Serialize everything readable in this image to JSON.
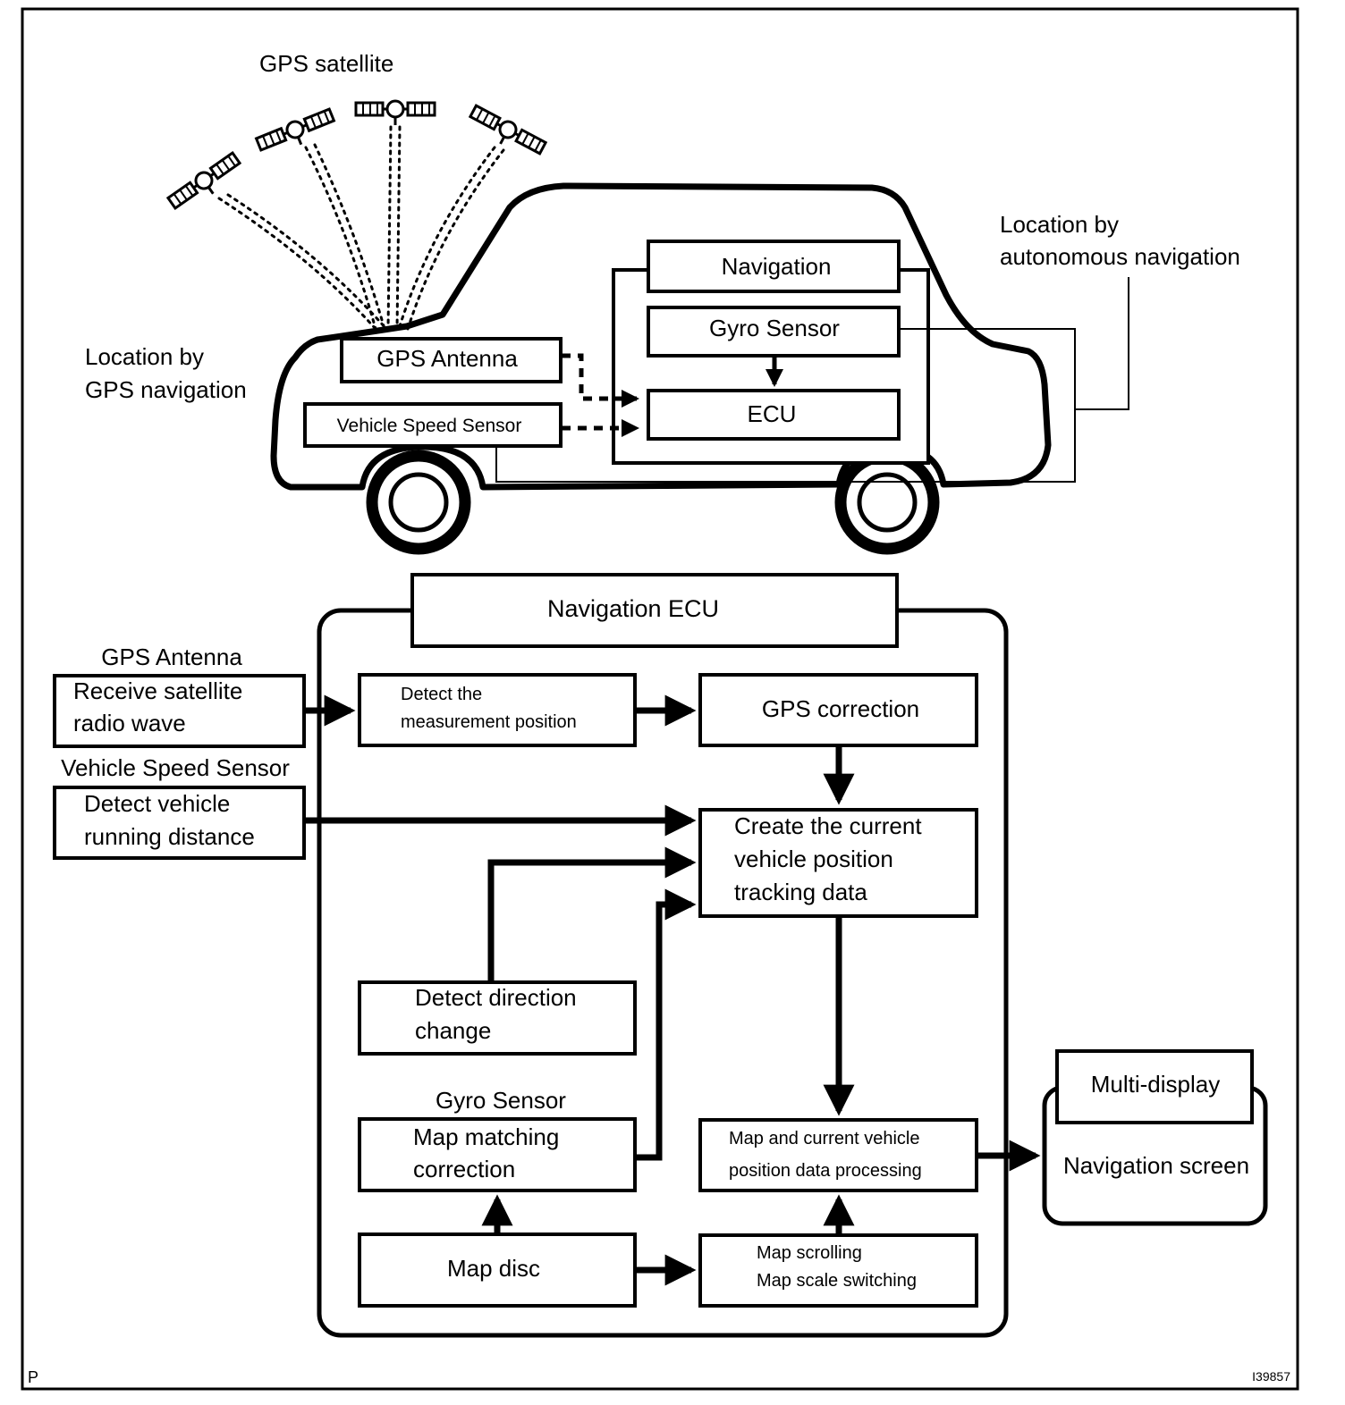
{
  "top": {
    "gps_satellite": "GPS satellite",
    "location_gps": [
      "Location by",
      "GPS navigation"
    ],
    "location_autonomous": [
      "Location by",
      "autonomous navigation"
    ],
    "gps_antenna": "GPS Antenna",
    "vehicle_speed_sensor": "Vehicle Speed Sensor",
    "navigation": "Navigation",
    "gyro_sensor": "Gyro Sensor",
    "ecu": "ECU"
  },
  "flow": {
    "navigation_ecu": "Navigation ECU",
    "gps_antenna_label": "GPS Antenna",
    "receive_satellite": [
      "Receive satellite",
      "radio wave"
    ],
    "vehicle_speed_label": "Vehicle Speed Sensor",
    "detect_vehicle": [
      "Detect vehicle",
      "running distance"
    ],
    "detect_measurement": [
      "Detect the",
      "measurement position"
    ],
    "gps_correction": "GPS correction",
    "create_current": [
      "Create the current",
      "vehicle position",
      "tracking data"
    ],
    "detect_direction": [
      "Detect direction",
      "change"
    ],
    "gyro_sensor_label": "Gyro Sensor",
    "map_matching": [
      "Map matching",
      "correction"
    ],
    "map_disc": "Map disc",
    "map_processing": [
      "Map and current vehicle",
      "position data processing"
    ],
    "map_scrolling": [
      "Map scrolling",
      "Map scale switching"
    ],
    "multi_display": "Multi-display",
    "navigation_screen": "Navigation screen"
  },
  "footer": {
    "left_code": "P",
    "right_code": "I39857"
  }
}
